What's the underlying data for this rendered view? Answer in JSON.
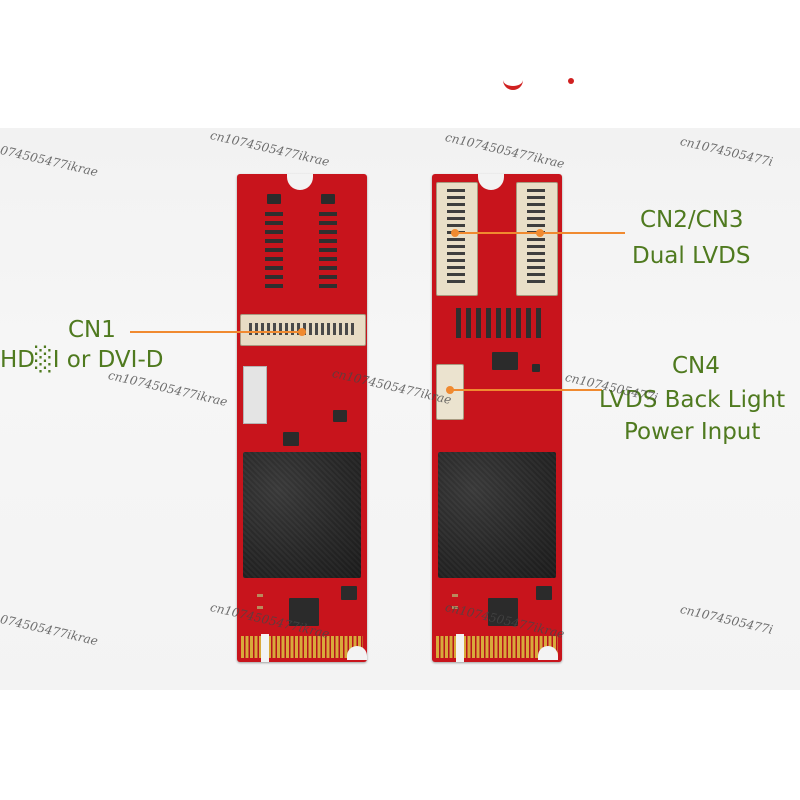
{
  "annotations": {
    "cn1": {
      "line1": "CN1",
      "line2": "HD░I or DVI-D"
    },
    "cn2_cn3": {
      "line1": "CN2/CN3",
      "line2": "Dual LVDS"
    },
    "cn4": {
      "line1": "CN4",
      "line2": "LVDS Back Light",
      "line3": "Power Input"
    }
  },
  "colors": {
    "label_text": "#4f7a1f",
    "callout_line": "#f08a30",
    "pcb": "#c8141c",
    "heatsink": "#262626"
  },
  "watermark": {
    "text": "cn1074505477ikrae",
    "text_left_edge": "074505477ikrae",
    "text_right_edge": "cn1074505477i"
  }
}
